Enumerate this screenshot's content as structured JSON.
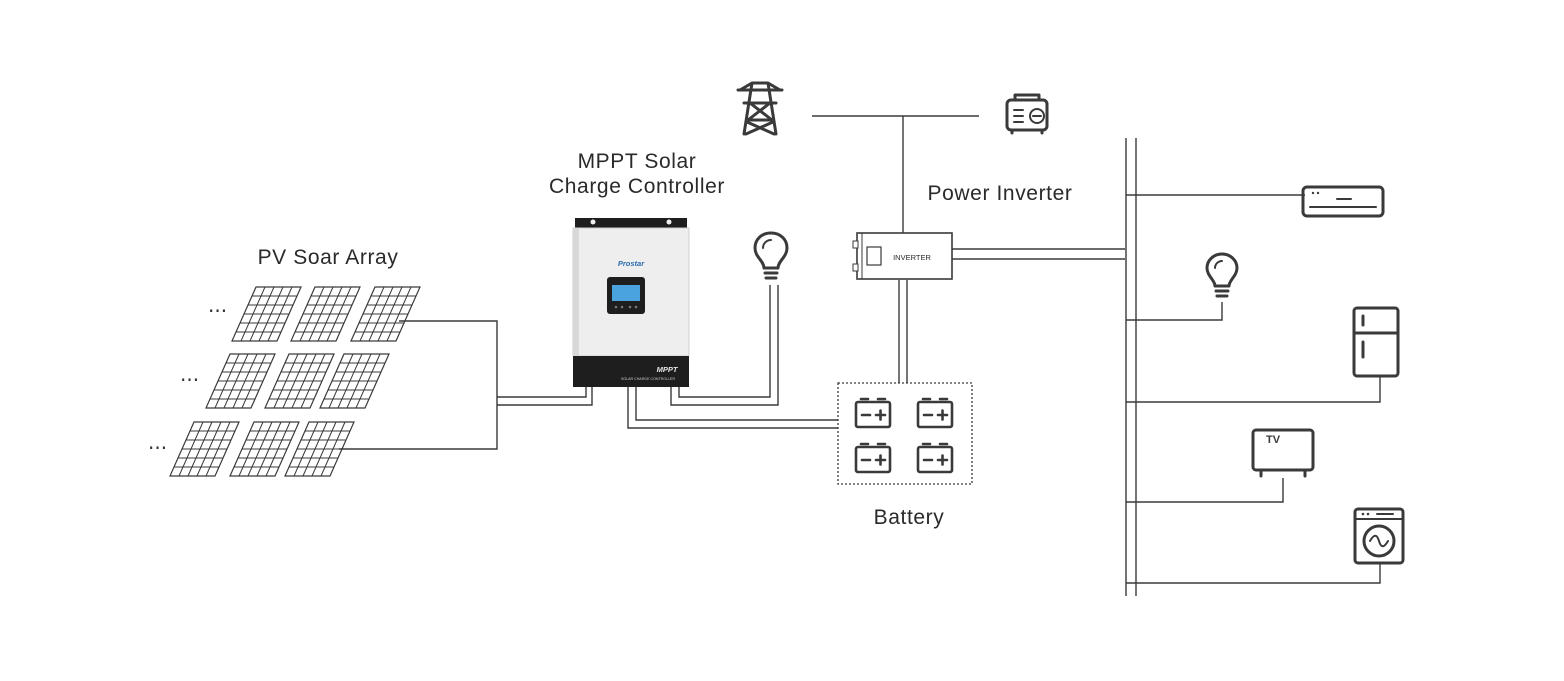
{
  "labels": {
    "pv_array": "PV Soar Array",
    "controller_line1": "MPPT Solar",
    "controller_line2": "Charge Controller",
    "inverter": "Power Inverter",
    "battery": "Battery",
    "ellipsis": "..."
  },
  "controller_device": {
    "brand": "Prostar",
    "badge": "MPPT",
    "caption": "SOLAR CHARGE CONTROLLER"
  },
  "inverter_device": {
    "label": "INVERTER"
  },
  "loads": {
    "tv_text": "TV"
  },
  "icons": [
    "transmission-tower-icon",
    "generator-icon",
    "light-bulb-icon",
    "air-conditioner-icon",
    "refrigerator-icon",
    "television-icon",
    "washing-machine-icon",
    "battery-icon",
    "solar-panel-icon"
  ],
  "colors": {
    "line": "#3a3a3a",
    "text": "#2a2a2a",
    "controller_body": "#f0f0f0",
    "controller_base": "#1e1e1e",
    "screen": "#4aa3df"
  }
}
